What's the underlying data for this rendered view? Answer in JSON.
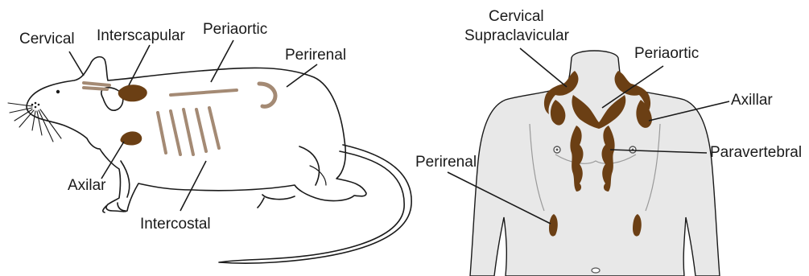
{
  "colors": {
    "outline": "#1a1a1a",
    "rodent_fat": "#6b3f14",
    "rodent_fat_light": "#a48a74",
    "human_fat": "#6b3f14",
    "human_skin": "#e8e8e8"
  },
  "rodent_labels": {
    "cervical": "Cervical",
    "interscapular": "Interscapular",
    "periaortic": "Periaortic",
    "perirenal": "Perirenal",
    "axilar": "Axilar",
    "intercostal": "Intercostal"
  },
  "human_labels": {
    "cervical_line1": "Cervical",
    "cervical_line2": "Supraclavicular",
    "periaortic": "Periaortic",
    "axillar": "Axillar",
    "paravertebral": "Paravertebral",
    "perirenal": "Perirenal"
  }
}
